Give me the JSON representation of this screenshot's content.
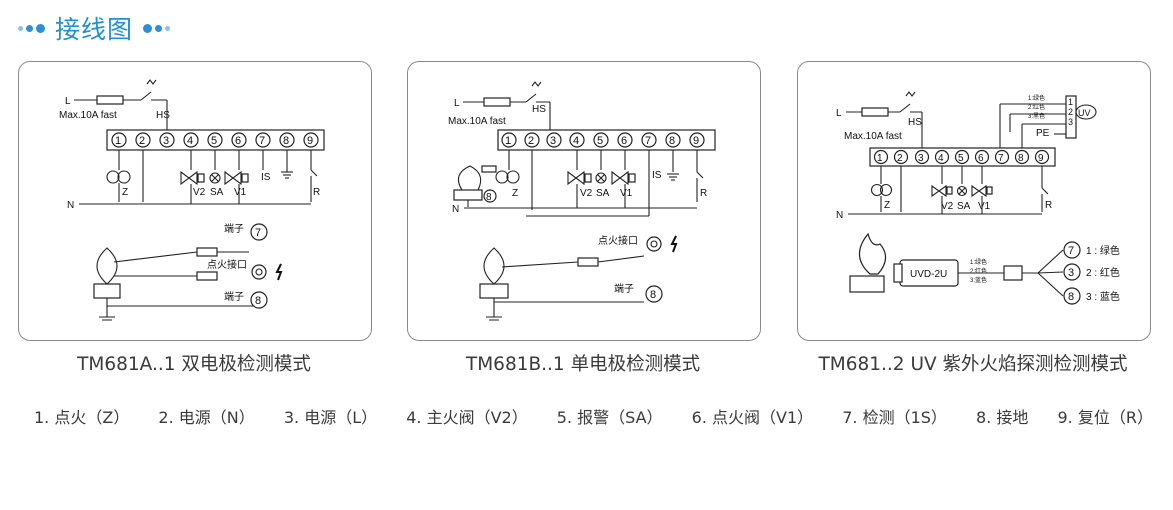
{
  "header": {
    "title": "接线图",
    "accent": "#1f8fd6"
  },
  "panels": [
    {
      "caption": "TM681A..1 双电极检测模式",
      "labels": {
        "L": "L",
        "fuse": "Max.10A fast",
        "hs": "HS",
        "n": "N",
        "z": "Z",
        "v2": "V2",
        "sa": "SA",
        "v1": "V1",
        "is": "IS",
        "r": "R",
        "terminal7": "端子",
        "terminal8": "端子",
        "ignition": "点火接口",
        "t7": "7",
        "t8": "8"
      },
      "terminals": [
        "1",
        "2",
        "3",
        "4",
        "5",
        "6",
        "7",
        "8",
        "9"
      ]
    },
    {
      "caption": "TM681B..1 单电极检测模式",
      "labels": {
        "L": "L",
        "fuse": "Max.10A fast",
        "hs": "HS",
        "n": "N",
        "z": "Z",
        "v2": "V2",
        "sa": "SA",
        "v1": "V1",
        "is": "IS",
        "r": "R",
        "ignition": "点火接口",
        "terminal8": "端子",
        "t8": "8",
        "g8": "8"
      },
      "terminals": [
        "1",
        "2",
        "3",
        "4",
        "5",
        "6",
        "7",
        "8",
        "9"
      ]
    },
    {
      "caption": "TM681..2 UV 紫外火焰探测检测模式",
      "labels": {
        "L": "L",
        "fuse": "Max.10A fast",
        "hs": "HS",
        "n": "N",
        "z": "Z",
        "v2": "V2",
        "sa": "SA",
        "v1": "V1",
        "r": "R",
        "pe": "PE",
        "uv": "UV",
        "w1": "1:绿色",
        "w2": "2:红色",
        "w3": "3:黑色",
        "uvd": "UVD-2U",
        "c1": "1:绿色",
        "c2": "2:红色",
        "c3": "3:蓝色",
        "o7": "7",
        "o3": "3",
        "o8": "8",
        "lg": "1 : 绿色",
        "lr": "2 : 红色",
        "lb": "3 : 蓝色",
        "k1": "1",
        "k2": "2",
        "k3": "3"
      },
      "terminals": [
        "1",
        "2",
        "3",
        "4",
        "5",
        "6",
        "7",
        "8",
        "9"
      ]
    }
  ],
  "legend": [
    "1. 点火（Z）",
    "2. 电源（N）",
    "3. 电源（L）",
    "4. 主火阀（V2）",
    "5. 报警（SA）",
    "6. 点火阀（V1）",
    "7. 检测（1S）",
    "8. 接地",
    "9. 复位（R）"
  ]
}
